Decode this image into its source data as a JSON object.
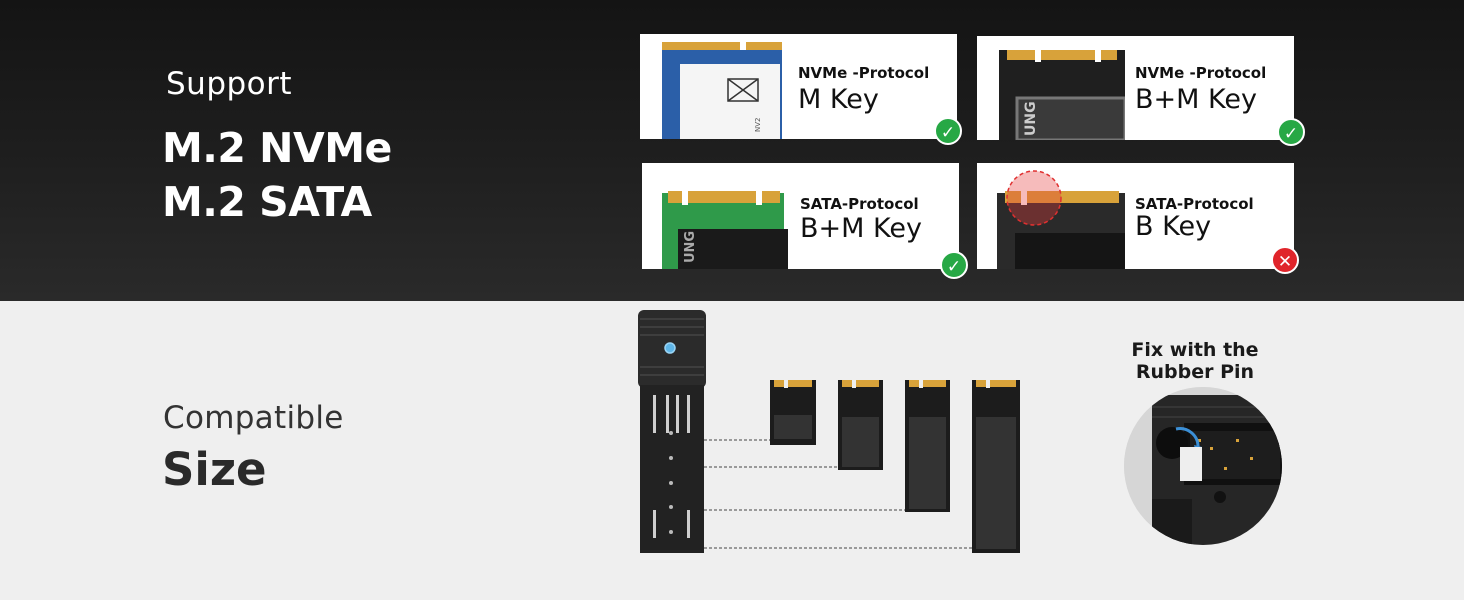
{
  "top": {
    "support": "Support",
    "line1": "M.2 NVMe",
    "line2": "M.2 SATA"
  },
  "cards": [
    {
      "protocol": "NVMe -Protocol",
      "key": "M Key",
      "status": "check-icon",
      "board_color": "#2b5fa8"
    },
    {
      "protocol": "NVMe -Protocol",
      "key": "B+M Key",
      "status": "check-icon",
      "board_color": "#222222"
    },
    {
      "protocol": "SATA-Protocol",
      "key": "B+M Key",
      "status": "check-icon",
      "board_color": "#2f9a4a"
    },
    {
      "protocol": "SATA-Protocol",
      "key": "B Key",
      "status": "cross-icon",
      "board_color": "#2a2a2a"
    }
  ],
  "ssd_labels": [
    "NV2",
    "UNG",
    "UNG"
  ],
  "bottom": {
    "compatible": "Compatible",
    "size": "Size",
    "fix": "Fix with the Rubber Pin"
  },
  "colors": {
    "check": "#27a845",
    "cross": "#e0252b",
    "gold": "#d8a23a"
  }
}
